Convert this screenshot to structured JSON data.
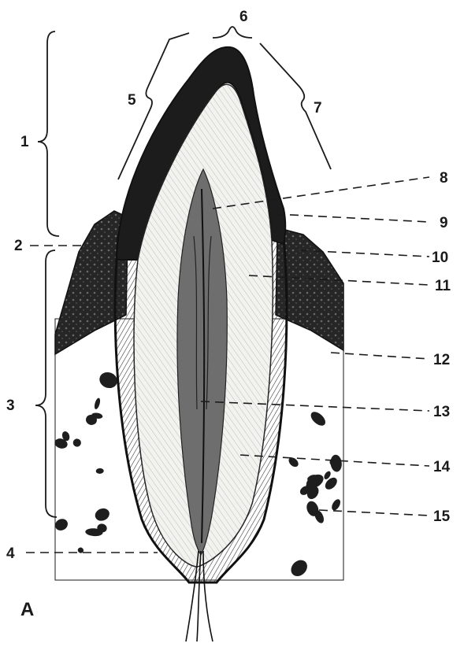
{
  "figure_letter": "A",
  "labels": [
    "1",
    "2",
    "3",
    "4",
    "5",
    "6",
    "7",
    "8",
    "9",
    "10",
    "11",
    "12",
    "13",
    "14",
    "15"
  ],
  "colors": {
    "enamel": "#1c1c1c",
    "dentin": "#f2f2ee",
    "pulp": "#6e6e6e",
    "gingiva": "#2a2a2a",
    "bone_fill": "#ffffff",
    "bone_cavities": "#222222",
    "cementum": "#3a3a3a",
    "line": "#1a1a1a"
  }
}
